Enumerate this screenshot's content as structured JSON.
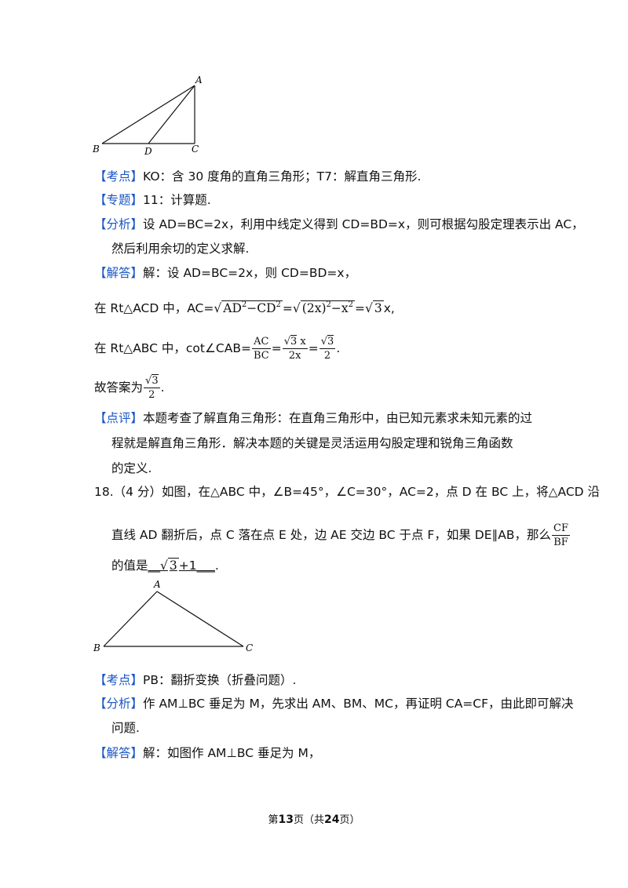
{
  "fig1": {
    "A": "A",
    "B": "B",
    "C": "C",
    "D": "D"
  },
  "p17": {
    "kaodian_tag": "【考点】",
    "kaodian_text": "KO：含 30 度角的直角三角形；T7：解直角三角形.",
    "zhuanti_tag": "【专题】",
    "zhuanti_text": "11：计算题.",
    "fenxi_tag": "【分析】",
    "fenxi_line1": "设 AD=BC=2x，利用中线定义得到 CD=BD=x，则可根据勾股定理表示出 AC，",
    "fenxi_line2": "然后利用余切的定义求解.",
    "jieda_tag": "【解答】",
    "jieda_text": "解：设 AD=BC=2x，则 CD=BD=x，",
    "eq1_prefix": "在 Rt△ACD 中，AC=",
    "eq1_r1": "AD",
    "eq1_r1_sup": "2",
    "eq1_r1_mid": "−CD",
    "eq1_r1_sup2": "2",
    "eq1_eq": "=",
    "eq1_r2": "(2x)",
    "eq1_r2_sup": "2",
    "eq1_r2_mid": "−x",
    "eq1_r2_sup2": "2",
    "eq1_eq2": "=",
    "eq1_r3": "3",
    "eq1_end": "x,",
    "eq2_prefix": "在 Rt△ABC 中，cot∠CAB=",
    "eq2_f1_num": "AC",
    "eq2_f1_den": "BC",
    "eq2_eq": "=",
    "eq2_f2_num_rad": "3",
    "eq2_f2_num_x": " x",
    "eq2_f2_den": "2x",
    "eq2_eq2": "=",
    "eq2_f3_num_rad": "3",
    "eq2_f3_den": "2",
    "eq2_end": ".",
    "answer_prefix": "故答案为",
    "answer_num_rad": "3",
    "answer_den": "2",
    "answer_end": ".",
    "dianping_tag": "【点评】",
    "dianping_line1": "本题考查了解直角三角形：在直角三角形中，由已知元素求未知元素的过",
    "dianping_line2": "程就是解直角三角形．解决本题的关键是灵活运用勾股定理和锐角三角函数",
    "dianping_line3": "的定义."
  },
  "p18": {
    "q_line1": "18.（4 分）如图，在△ABC 中，∠B=45°，∠C=30°，AC=2，点 D 在 BC 上，将△ACD 沿",
    "q_line2": "直线 AD 翻折后，点 C 落在点 E 处，边 AE 交边 BC 于点 F，如果 DE∥AB，那么",
    "q_frac_num": "CF",
    "q_frac_den": "BF",
    "q_line3_prefix": "的值是",
    "q_ans_pre": "__",
    "q_ans_rad": "3",
    "q_ans_post": "+1___",
    "q_line3_end": ".",
    "fig_A": "A",
    "fig_B": "B",
    "fig_C": "C",
    "kaodian_tag": "【考点】",
    "kaodian_text": "PB：翻折变换（折叠问题）.",
    "fenxi_tag": "【分析】",
    "fenxi_line1": "作 AM⊥BC 垂足为 M，先求出 AM、BM、MC，再证明 CA=CF，由此即可解决",
    "fenxi_line2": "问题.",
    "jieda_tag": "【解答】",
    "jieda_text": "解：如图作 AM⊥BC 垂足为 M，"
  },
  "footer": {
    "pre": "第",
    "page": "13",
    "mid": "页（共",
    "total": "24",
    "post": "页）"
  }
}
